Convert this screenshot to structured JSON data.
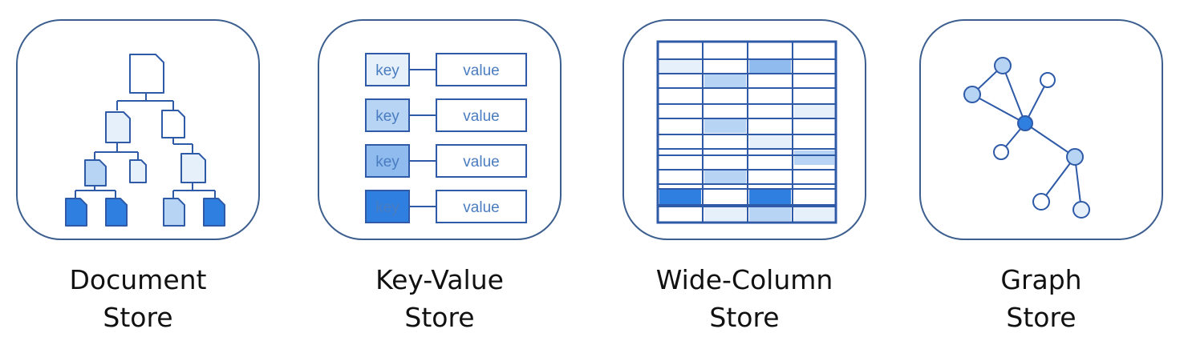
{
  "colors": {
    "border": "#3d5f8f",
    "line": "#2e5aa8",
    "light": "#e6f0fb",
    "mid": "#b7d4f4",
    "strong": "#8fbbee",
    "dark": "#2f7fe0"
  },
  "stores": [
    {
      "name": "document-store",
      "line1": "Document",
      "line2": "Store",
      "icon": "document-tree-icon"
    },
    {
      "name": "key-value-store",
      "line1": "Key-Value",
      "line2": "Store",
      "icon": "key-value-icon",
      "pairs": [
        {
          "key": "key",
          "value": "value",
          "shade": "light"
        },
        {
          "key": "key",
          "value": "value",
          "shade": "mid"
        },
        {
          "key": "key",
          "value": "value",
          "shade": "strong"
        },
        {
          "key": "key",
          "value": "value",
          "shade": "dark"
        }
      ]
    },
    {
      "name": "wide-column-store",
      "line1": "Wide-Column",
      "line2": "Store",
      "icon": "wide-column-table-icon"
    },
    {
      "name": "graph-store",
      "line1": "Graph",
      "line2": "Store",
      "icon": "graph-network-icon"
    }
  ]
}
